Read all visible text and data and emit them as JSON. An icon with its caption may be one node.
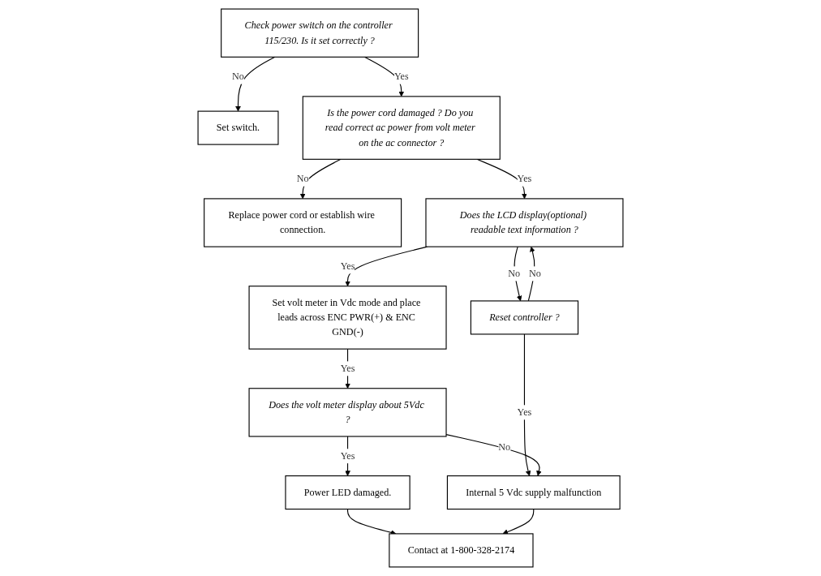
{
  "diagram": {
    "nodes": [
      {
        "text": [
          "Check power switch on the controller 115/230. Is it set correctly ?"
        ]
      },
      {
        "text": [
          "Set switch."
        ]
      },
      {
        "text": [
          "Is the power cord damaged ? Do you read correct ac power from volt meter on the ac connector ?"
        ]
      },
      {
        "text": [
          "Replace power cord or establish wire connection."
        ]
      },
      {
        "text": [
          "Does the LCD display(optional) readable text information ?"
        ]
      },
      {
        "text": [
          "Reset controller ?"
        ]
      },
      {
        "text": [
          "Set volt meter in Vdc mode and place leads across ENC PWR(+) & ENC GND(-)"
        ]
      },
      {
        "text": [
          "Internal 5 Vdc supply malfunction"
        ]
      },
      {
        "text": [
          "Does the volt meter display about 5Vdc ?"
        ]
      },
      {
        "text": [
          "Contact at 1-800-328-2174"
        ]
      },
      {
        "text": [
          "Power LED damaged."
        ]
      }
    ],
    "edges": [
      {
        "from": 0,
        "to": 1,
        "arrow": "to",
        "label": "No"
      },
      {
        "from": 0,
        "to": 2,
        "arrow": "to",
        "label": "Yes"
      },
      {
        "from": 2,
        "to": 3,
        "arrow": "to",
        "label": "No"
      },
      {
        "from": 2,
        "to": 4,
        "arrow": "to",
        "label": "Yes"
      },
      {
        "from": 4,
        "to": 5,
        "arrow": "to",
        "label": "No"
      },
      {
        "from": 5,
        "to": 4,
        "arrow": "to",
        "label": "No"
      },
      {
        "from": 5,
        "to": 7,
        "arrow": "to",
        "label": "Yes"
      },
      {
        "from": 4,
        "to": 6,
        "arrow": "to",
        "label": "Yes"
      },
      {
        "from": 6,
        "to": 8,
        "arrow": "to",
        "label": "Yes"
      },
      {
        "from": 8,
        "to": 7,
        "arrow": "to",
        "label": "No"
      },
      {
        "from": 8,
        "to": 10,
        "arrow": "to",
        "label": "Yes"
      },
      {
        "from": 10,
        "to": 9,
        "arrow": "to"
      },
      {
        "from": 7,
        "to": 9,
        "arrow": "to"
      }
    ]
  }
}
